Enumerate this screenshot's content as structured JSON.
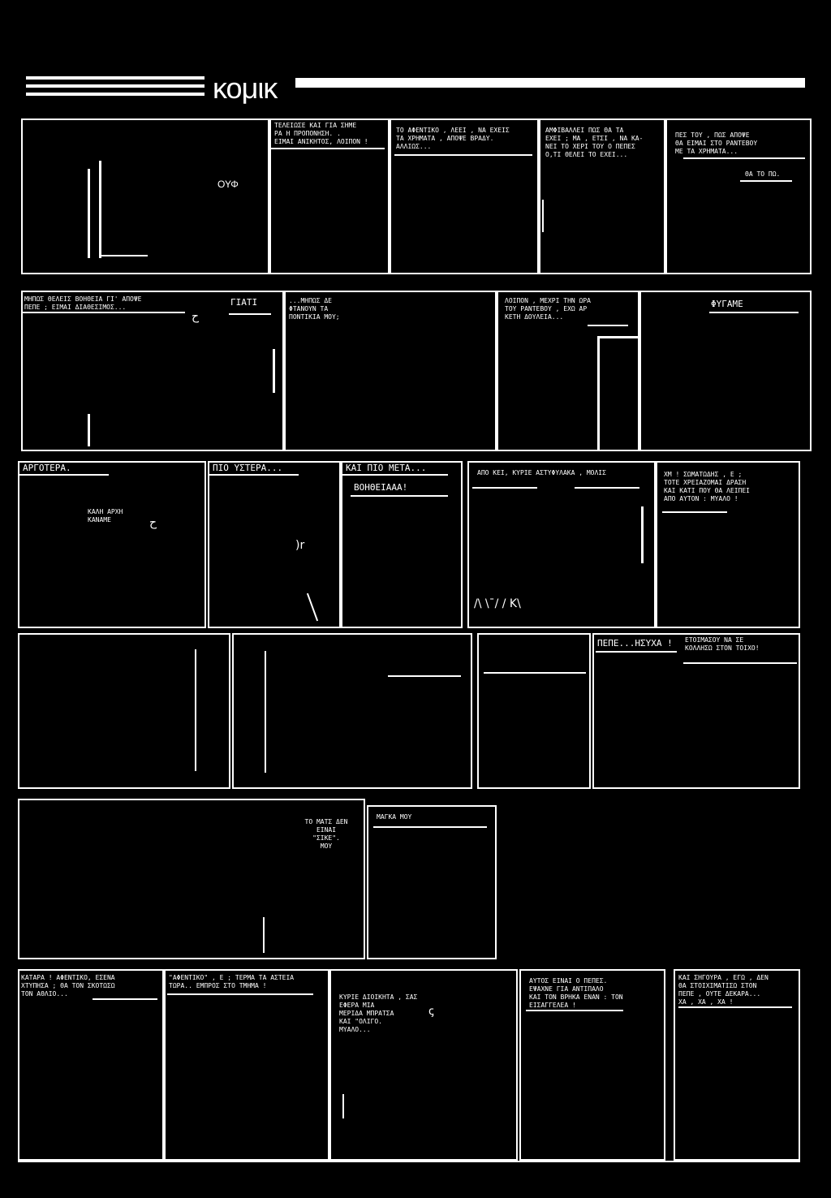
{
  "header": {
    "title": "κομικ"
  },
  "row1": {
    "p1": {
      "sfx": "ΟΥΦ"
    },
    "p2": {
      "text": "ΤΕΛΕΙΩΣΕ ΚΑΙ ΓΙΑ ΣΗΜΕ\nΡΑ Η ΠΡΟΠΟΝΗΣΗ. .\nΕΙΜΑΙ ΑΝΙΚΗΤΟΣ, ΛΟΙΠΟΝ !"
    },
    "p3": {
      "text": "ΤΟ ΑΦΕΝΤΙΚΟ , ΛΕΕΙ , ΝΑ ΕΧΕΙΣ\nΤΑ ΧΡΗΜΑΤΑ , ΑΠΟΨΕ ΒΡΑΔΥ.\nΑΛΛΙΩΣ..."
    },
    "p4": {
      "text": "ΑΜΦΙΒΑΛΛΕΙ ΠΩΣ ΘΑ ΤΑ\nΕΧΕΙ ; ΜΑ , ΕΤΣΙ , ΝΑ ΚΑ-\nΝΕΙ ΤΟ ΧΕΡΙ ΤΟΥ Ο ΠΕΠΕΣ\nΟ,ΤΙ ΘΕΛΕΙ ΤΟ ΕΧΕΙ..."
    },
    "p5": {
      "text": "ΠΕΣ ΤΟΥ , ΠΩΣ ΑΠΟΨΕ\nΘΑ ΕΙΜΑΙ ΣΤΟ ΡΑΝΤΕΒΟΥ\nΜΕ ΤΑ ΧΡΗΜΑΤΑ...",
      "text2": "ΘΑ ΤΟ ΠΩ."
    }
  },
  "row2": {
    "p1": {
      "text": "ΜΗΠΩΣ ΘΕΛΕΙΣ ΒΟΗΘΕΙΑ ΓΙ' ΑΠΟΨΕ\nΠΕΠΕ ; ΕΙΜΑΙ ΔΙΑΘΕΣΙΜΟΣ...",
      "text2": "ΓΙΑΤΙ"
    },
    "p2": {
      "text": "...ΜΗΠΩΣ ΔΕ\nΦΤΑΝΟΥΝ ΤΑ\nΠΟΝΤΙΚΙΑ ΜΟΥ;"
    },
    "p3": {
      "text": "ΛΟΙΠΟΝ , ΜΕΧΡΙ ΤΗΝ ΩΡΑ\nΤΟΥ ΡΑΝΤΕΒΟΥ , ΕΧΩ ΑΡ\nΚΕΤΗ ΔΟΥΛΕΙΑ..."
    },
    "p4": {
      "text": "ΦΥΓΑΜΕ"
    }
  },
  "row3": {
    "p1": {
      "caption": "ΑΡΓΟΤΕΡΑ.",
      "text": "ΚΑΛΗ ΑΡΧΗ\nΚΑΝΑΜΕ"
    },
    "p2": {
      "caption": "ΠΙΟ ΥΣΤΕΡΑ..."
    },
    "p3": {
      "caption": "ΚΑΙ ΠΙΟ ΜΕΤΑ...",
      "text": "ΒΟΗΘΕΙΑΑΑ!"
    },
    "p4": {
      "text": "ΑΠΟ ΚΕΙ, ΚΥΡΙΕ ΑΣΤΥΦΥΛΑΚΑ , ΜΟΛΙΣ"
    },
    "p5": {
      "text": "ΧΜ ! ΣΩΜΑΤΩΔΗΣ , Ε ;\nΤΟΤΕ ΧΡΕΙΑΖΟΜΑΙ ΔΡΑΣΗ\nΚΑΙ ΚΑΤΙ ΠΟΥ ΘΑ ΛΕΙΠΕΙ\nΑΠΟ ΑΥΤΟΝ : ΜΥΑΛΟ !"
    }
  },
  "row4": {
    "p4": {
      "text": "ΠΕΠΕ...ΗΣΥΧΑ !"
    },
    "p5": {
      "text": "ΕΤΟΙΜΑΣΟΥ ΝΑ ΣΕ\nΚΟΛΛΗΣΩ ΣΤΟΝ ΤΟΙΧΟ!"
    }
  },
  "row5": {
    "p1": {
      "text": "ΤΟ ΜΑΤΣ ΔΕΝ\nΕΙΝΑΙ\n\"ΣΙΚΕ\".\nΜΟΥ"
    },
    "p2": {
      "text": "ΜΑΓΚΑ ΜΟΥ"
    }
  },
  "row6": {
    "p1": {
      "text": "ΚΑΤΑΡΑ ! ΑΦΕΝΤΙΚΟ, ΕΣΕΝΑ\nΧΤΥΠΗΣΑ ; ΘΑ ΤΟΝ ΣΚΟΤΩΣΩ\nΤΟΝ ΑΘΛΙΟ..."
    },
    "p2": {
      "text": "\"ΑΦΕΝΤΙΚΟ\" , Ε ; ΤΕΡΜΑ ΤΑ ΑΣΤΕΙΑ\nΤΩΡΑ.. ΕΜΠΡΟΣ ΣΤΟ ΤΜΗΜΑ !"
    },
    "p3": {
      "text": "ΚΥΡΙΕ ΔΙΟΙΚΗΤΑ , ΣΑΣ\nΕΦΕΡΑ ΜΙΑ\nΜΕΡΙΔΑ ΜΠΡΑΤΣΑ\nΚΑΙ \"ΟΛΙΓΟ.\nΜΥΑΛΟ..."
    },
    "p4": {
      "text": "ΑΥΤΟΣ ΕΙΝΑΙ Ο ΠΕΠΕΣ.\nΕΨΑΧΝΕ ΓΙΑ ΑΝΤΙΠΑΛΟ\nΚΑΙ ΤΟΝ ΒΡΗΚΑ ΕΝΑΝ : ΤΟΝ\nΕΙΣΑΓΓΕΛΕΑ !"
    },
    "p5": {
      "text": "ΚΑΙ ΣΗΓΟΥΡΑ , ΕΓΩ , ΔΕΝ\nΘΑ ΣΤΟΙΧΙΜΑΤΙΣΩ ΣΤΟΝ\nΠΕΠΕ , ΟΥΤΕ ΔΕΚΑΡΑ...\nΧΑ , ΧΑ , ΧΑ !"
    }
  }
}
